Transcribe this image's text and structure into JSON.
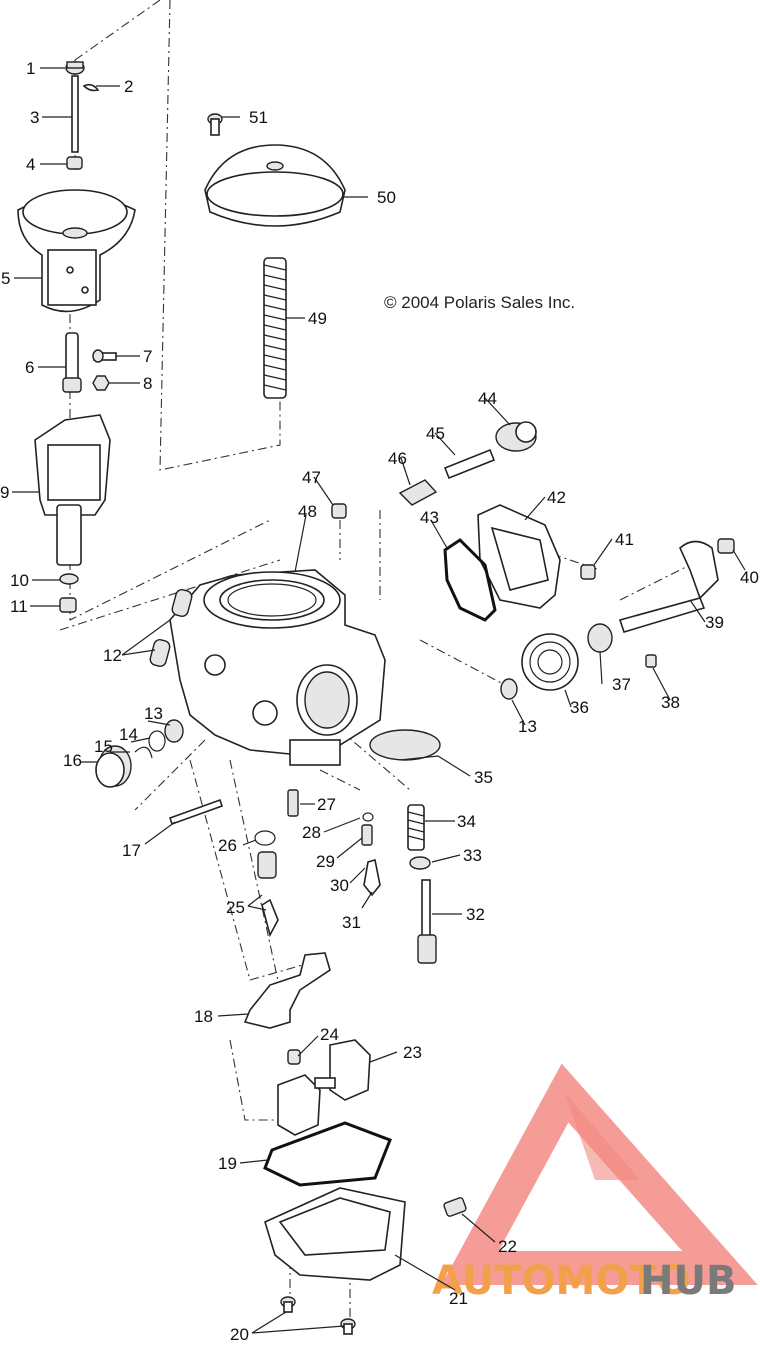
{
  "copyright": "© 2004 Polaris Sales Inc.",
  "watermark": {
    "part1": "AUTOMOTO",
    "part2": "HUB",
    "color_main": "#f2a04a",
    "color_hub": "#7a7a7a",
    "triangle_color": "#f28b82"
  },
  "callouts": {
    "c1": "1",
    "c2": "2",
    "c3": "3",
    "c4": "4",
    "c5": "5",
    "c6": "6",
    "c7": "7",
    "c8": "8",
    "c9": "9",
    "c10": "10",
    "c11": "11",
    "c12": "12",
    "c13a": "13",
    "c13b": "13",
    "c14": "14",
    "c15": "15",
    "c16": "16",
    "c17": "17",
    "c18": "18",
    "c19": "19",
    "c20": "20",
    "c21": "21",
    "c22": "22",
    "c23": "23",
    "c24": "24",
    "c25": "25",
    "c26": "26",
    "c27": "27",
    "c28": "28",
    "c29": "29",
    "c30": "30",
    "c31": "31",
    "c32": "32",
    "c33": "33",
    "c34": "34",
    "c35": "35",
    "c36": "36",
    "c37": "37",
    "c38": "38",
    "c39": "39",
    "c40": "40",
    "c41": "41",
    "c42": "42",
    "c43": "43",
    "c44": "44",
    "c45": "45",
    "c46": "46",
    "c47": "47",
    "c48": "48",
    "c49": "49",
    "c50": "50",
    "c51": "51"
  }
}
